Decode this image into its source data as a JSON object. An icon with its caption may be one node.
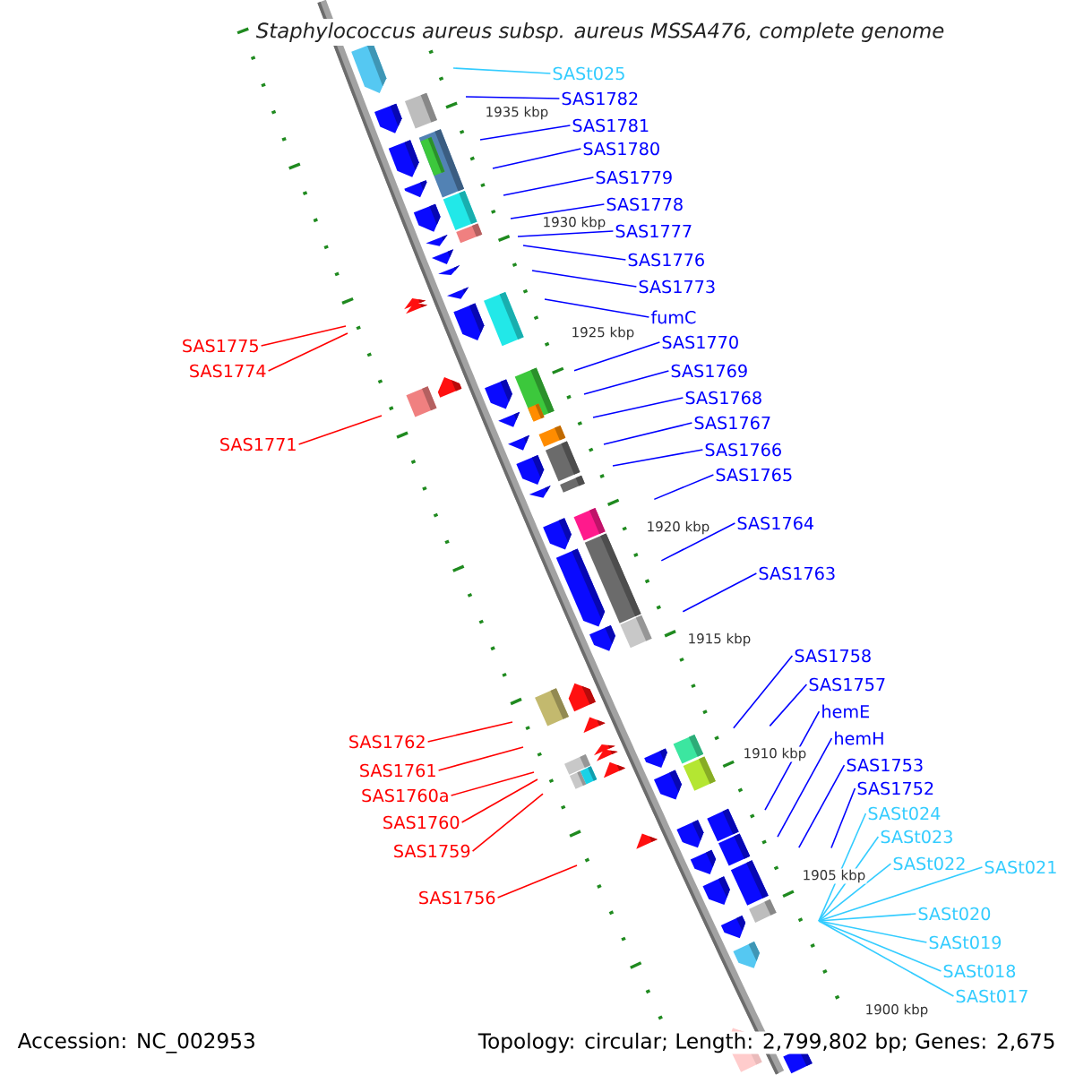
{
  "diagram": {
    "title": "Staphylococcus aureus subsp. aureus MSSA476, complete genome",
    "nodes": [
      {
        "text": [
          "SASt025"
        ]
      },
      {
        "text": [
          "SAS1782"
        ]
      },
      {
        "text": [
          "SAS1781"
        ]
      },
      {
        "text": [
          "SAS1780"
        ]
      },
      {
        "text": [
          "SAS1779"
        ]
      },
      {
        "text": [
          "SAS1778"
        ]
      },
      {
        "text": [
          "SAS1777"
        ]
      },
      {
        "text": [
          "SAS1776"
        ]
      },
      {
        "text": [
          "SAS1773"
        ]
      },
      {
        "text": [
          "fumC"
        ]
      },
      {
        "text": [
          "SAS1770"
        ]
      },
      {
        "text": [
          "SAS1775"
        ]
      },
      {
        "text": [
          "SAS1774"
        ]
      },
      {
        "text": [
          "SAS1769"
        ]
      },
      {
        "text": [
          "SAS1768"
        ]
      },
      {
        "text": [
          "SAS1767"
        ]
      },
      {
        "text": [
          "SAS1771"
        ]
      },
      {
        "text": [
          "SAS1766"
        ]
      },
      {
        "text": [
          "SAS1765"
        ]
      },
      {
        "text": [
          "SAS1764"
        ]
      },
      {
        "text": [
          "SAS1763"
        ]
      },
      {
        "text": [
          "SAS1758"
        ]
      },
      {
        "text": [
          "SAS1757"
        ]
      },
      {
        "text": [
          "hemE"
        ]
      },
      {
        "text": [
          "hemH"
        ]
      },
      {
        "text": [
          "SAS1762"
        ]
      },
      {
        "text": [
          "SAS1753"
        ]
      },
      {
        "text": [
          "SAS1761"
        ]
      },
      {
        "text": [
          "SAS1752"
        ]
      },
      {
        "text": [
          "SAS1760a"
        ]
      },
      {
        "text": [
          "SASt024"
        ]
      },
      {
        "text": [
          "SAS1760"
        ]
      },
      {
        "text": [
          "SASt023"
        ]
      },
      {
        "text": [
          "SASt021"
        ]
      },
      {
        "text": [
          "SAS1759"
        ]
      },
      {
        "text": [
          "SASt022"
        ]
      },
      {
        "text": [
          "SAS1756"
        ]
      },
      {
        "text": [
          "SASt020"
        ]
      },
      {
        "text": [
          "SASt019"
        ]
      },
      {
        "text": [
          "SASt018"
        ]
      },
      {
        "text": [
          "SASt017"
        ]
      }
    ],
    "edges": [
      {
        "from": 0,
        "to": null,
        "arrow": "none",
        "color": "#33ccff"
      },
      {
        "from": 1,
        "to": null,
        "arrow": "none"
      },
      {
        "from": 2,
        "to": null,
        "arrow": "none"
      },
      {
        "from": 3,
        "to": null,
        "arrow": "none"
      },
      {
        "from": 4,
        "to": null,
        "arrow": "none"
      },
      {
        "from": 5,
        "to": null,
        "arrow": "none"
      },
      {
        "from": 6,
        "to": null,
        "arrow": "none"
      },
      {
        "from": 7,
        "to": null,
        "arrow": "none"
      },
      {
        "from": 8,
        "to": null,
        "arrow": "none"
      },
      {
        "from": 9,
        "to": null,
        "arrow": "none"
      },
      {
        "from": 10,
        "to": null,
        "arrow": "none"
      },
      {
        "from": 11,
        "to": null,
        "arrow": "none",
        "color": "#ff0000"
      },
      {
        "from": 12,
        "to": null,
        "arrow": "none",
        "color": "#ff0000"
      },
      {
        "from": 13,
        "to": null,
        "arrow": "none"
      },
      {
        "from": 14,
        "to": null,
        "arrow": "none"
      },
      {
        "from": 15,
        "to": null,
        "arrow": "none"
      },
      {
        "from": 16,
        "to": null,
        "arrow": "none",
        "color": "#ff0000"
      },
      {
        "from": 17,
        "to": null,
        "arrow": "none"
      },
      {
        "from": 18,
        "to": null,
        "arrow": "none"
      },
      {
        "from": 19,
        "to": null,
        "arrow": "none"
      },
      {
        "from": 20,
        "to": null,
        "arrow": "none"
      },
      {
        "from": 21,
        "to": null,
        "arrow": "none"
      },
      {
        "from": 22,
        "to": null,
        "arrow": "none"
      },
      {
        "from": 23,
        "to": null,
        "arrow": "none"
      },
      {
        "from": 24,
        "to": null,
        "arrow": "none"
      },
      {
        "from": 25,
        "to": null,
        "arrow": "none",
        "color": "#ff0000"
      },
      {
        "from": 26,
        "to": null,
        "arrow": "none"
      },
      {
        "from": 27,
        "to": null,
        "arrow": "none",
        "color": "#ff0000"
      },
      {
        "from": 28,
        "to": null,
        "arrow": "none"
      },
      {
        "from": 29,
        "to": null,
        "arrow": "none",
        "color": "#ff0000"
      },
      {
        "from": 30,
        "to": null,
        "arrow": "none",
        "color": "#33ccff"
      },
      {
        "from": 31,
        "to": null,
        "arrow": "none",
        "color": "#ff0000"
      },
      {
        "from": 32,
        "to": null,
        "arrow": "none",
        "color": "#33ccff"
      },
      {
        "from": 33,
        "to": null,
        "arrow": "none",
        "color": "#33ccff"
      },
      {
        "from": 34,
        "to": null,
        "arrow": "none",
        "color": "#ff0000"
      },
      {
        "from": 35,
        "to": null,
        "arrow": "none",
        "color": "#33ccff"
      },
      {
        "from": 36,
        "to": null,
        "arrow": "none",
        "color": "#ff0000"
      },
      {
        "from": 37,
        "to": null,
        "arrow": "none",
        "color": "#33ccff"
      },
      {
        "from": 38,
        "to": null,
        "arrow": "none",
        "color": "#33ccff"
      },
      {
        "from": 39,
        "to": null,
        "arrow": "none",
        "color": "#33ccff"
      },
      {
        "from": 40,
        "to": null,
        "arrow": "none",
        "color": "#33ccff"
      }
    ],
    "labels": [
      "1935 kbp",
      "1930 kbp",
      "1925 kbp",
      "1920 kbp",
      "1915 kbp",
      "1910 kbp",
      "1905 kbp",
      "1900 kbp",
      "Accession: NC_002953",
      "Topology: circular; Length: 2,799,802 bp; Genes: 2,675"
    ]
  }
}
